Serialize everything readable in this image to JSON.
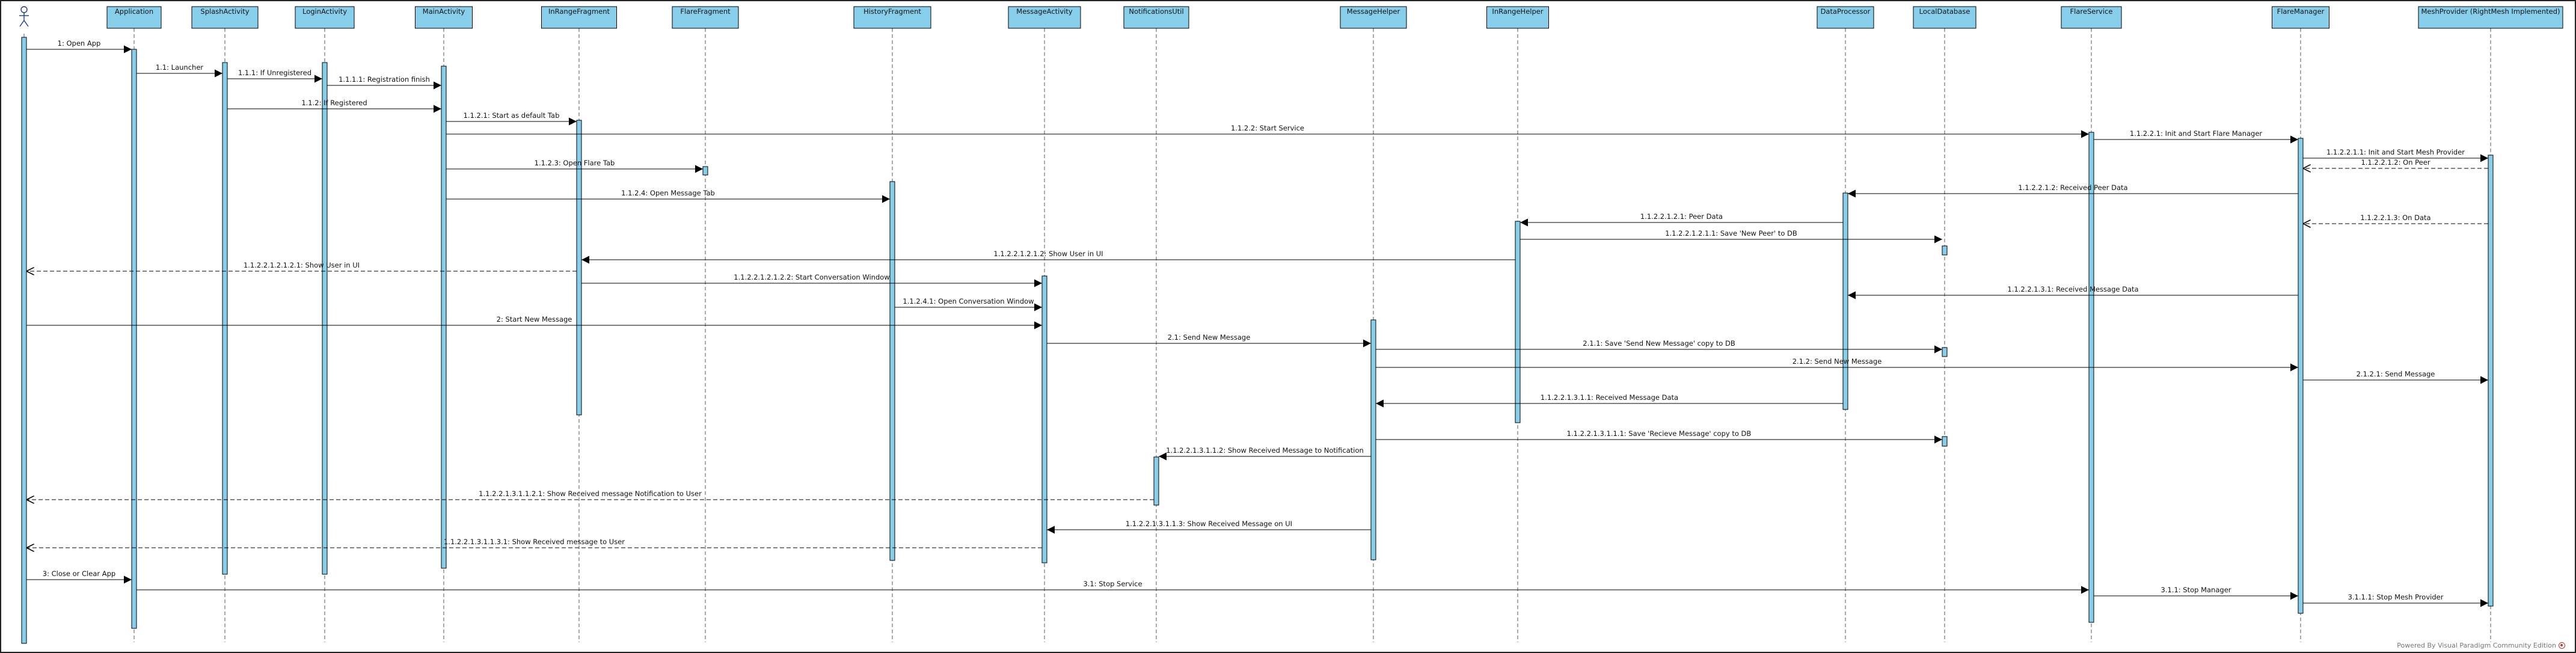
{
  "diagram": {
    "kind": "UML sequence diagram",
    "actor": {
      "label": ""
    },
    "lifelines": [
      {
        "id": "app",
        "label": "Application"
      },
      {
        "id": "splash",
        "label": "SplashActivity"
      },
      {
        "id": "login",
        "label": "LoginActivity"
      },
      {
        "id": "main",
        "label": "MainActivity"
      },
      {
        "id": "inrange",
        "label": "InRangeFragment"
      },
      {
        "id": "flarefrag",
        "label": "FlareFragment"
      },
      {
        "id": "history",
        "label": "HistoryFragment"
      },
      {
        "id": "msgact",
        "label": "MessageActivity"
      },
      {
        "id": "notif",
        "label": "NotificationsUtil"
      },
      {
        "id": "msghelper",
        "label": "MessageHelper"
      },
      {
        "id": "inrangehelper",
        "label": "InRangeHelper"
      },
      {
        "id": "dataproc",
        "label": "DataProcessor"
      },
      {
        "id": "localdb",
        "label": "LocalDatabase"
      },
      {
        "id": "flareservice",
        "label": "FlareService"
      },
      {
        "id": "flaremanager",
        "label": "FlareManager"
      },
      {
        "id": "meshprovider",
        "label": "MeshProvider (RightMesh Implemented)"
      }
    ],
    "messages": [
      {
        "from": "actor",
        "to": "app",
        "label": "1: Open App",
        "style": "sync"
      },
      {
        "from": "app",
        "to": "splash",
        "label": "1.1: Launcher",
        "style": "sync"
      },
      {
        "from": "splash",
        "to": "login",
        "label": "1.1.1: If Unregistered",
        "style": "sync"
      },
      {
        "from": "login",
        "to": "main",
        "label": "1.1.1.1: Registration finish",
        "style": "sync"
      },
      {
        "from": "splash",
        "to": "main",
        "label": "1.1.2: If Registered",
        "style": "sync"
      },
      {
        "from": "main",
        "to": "inrange",
        "label": "1.1.2.1: Start as default Tab",
        "style": "sync"
      },
      {
        "from": "main",
        "to": "flareservice",
        "label": "1.1.2.2: Start Service",
        "style": "sync"
      },
      {
        "from": "flareservice",
        "to": "flaremanager",
        "label": "1.1.2.2.1: Init and Start Flare Manager",
        "style": "sync"
      },
      {
        "from": "flaremanager",
        "to": "meshprovider",
        "label": "1.1.2.2.1.1: Init and Start Mesh Provider",
        "style": "sync"
      },
      {
        "from": "meshprovider",
        "to": "flaremanager",
        "label": "1.1.2.2.1.2: On Peer",
        "style": "return"
      },
      {
        "from": "main",
        "to": "flarefrag",
        "label": "1.1.2.3: Open Flare Tab",
        "style": "sync"
      },
      {
        "from": "flaremanager",
        "to": "dataproc",
        "label": "1.1.2.2.1.2: Received Peer Data",
        "style": "sync"
      },
      {
        "from": "main",
        "to": "history",
        "label": "1.1.2.4: Open Message Tab",
        "style": "sync"
      },
      {
        "from": "dataproc",
        "to": "inrangehelper",
        "label": "1.1.2.2.1.2.1: Peer Data",
        "style": "sync"
      },
      {
        "from": "meshprovider",
        "to": "flaremanager",
        "label": "1.1.2.2.1.3: On Data",
        "style": "return"
      },
      {
        "from": "inrangehelper",
        "to": "localdb",
        "label": "1.1.2.2.1.2.1.1: Save 'New Peer' to DB",
        "style": "sync"
      },
      {
        "from": "inrangehelper",
        "to": "inrange",
        "label": "1.1.2.2.1.2.1.2: Show User in UI",
        "style": "sync"
      },
      {
        "from": "inrange",
        "to": "actor",
        "label": "1.1.2.2.1.2.1.2.1: Show User in UI",
        "style": "return"
      },
      {
        "from": "inrange",
        "to": "msgact",
        "label": "1.1.2.2.1.2.1.2.2: Start Conversation Window",
        "style": "sync"
      },
      {
        "from": "flaremanager",
        "to": "dataproc",
        "label": "1.1.2.2.1.3.1: Received Message Data",
        "style": "sync"
      },
      {
        "from": "history",
        "to": "msgact",
        "label": "1.1.2.4.1: Open Conversation Window",
        "style": "sync"
      },
      {
        "from": "actor",
        "to": "msgact",
        "label": "2: Start New Message",
        "style": "sync"
      },
      {
        "from": "msgact",
        "to": "msghelper",
        "label": "2.1: Send New Message",
        "style": "sync"
      },
      {
        "from": "msghelper",
        "to": "localdb",
        "label": "2.1.1: Save 'Send New Message' copy to DB",
        "style": "sync"
      },
      {
        "from": "msghelper",
        "to": "flaremanager",
        "label": "2.1.2: Send New Message",
        "style": "sync"
      },
      {
        "from": "flaremanager",
        "to": "meshprovider",
        "label": "2.1.2.1: Send Message",
        "style": "sync"
      },
      {
        "from": "dataproc",
        "to": "msghelper",
        "label": "1.1.2.2.1.3.1.1: Received Message Data",
        "style": "sync"
      },
      {
        "from": "msghelper",
        "to": "localdb",
        "label": "1.1.2.2.1.3.1.1.1: Save 'Recieve Message' copy to DB",
        "style": "sync"
      },
      {
        "from": "msghelper",
        "to": "notif",
        "label": "1.1.2.2.1.3.1.1.2: Show Received Message to Notification",
        "style": "sync"
      },
      {
        "from": "notif",
        "to": "actor",
        "label": "1.1.2.2.1.3.1.1.2.1: Show Received message Notification to User",
        "style": "return"
      },
      {
        "from": "msghelper",
        "to": "msgact",
        "label": "1.1.2.2.1.3.1.1.3: Show Received Message on UI",
        "style": "sync"
      },
      {
        "from": "msgact",
        "to": "actor",
        "label": "1.1.2.2.1.3.1.1.3.1: Show Received message to User",
        "style": "return"
      },
      {
        "from": "actor",
        "to": "app",
        "label": "3: Close or Clear App",
        "style": "sync"
      },
      {
        "from": "app",
        "to": "flareservice",
        "label": "3.1: Stop Service",
        "style": "sync"
      },
      {
        "from": "flareservice",
        "to": "flaremanager",
        "label": "3.1.1: Stop Manager",
        "style": "sync"
      },
      {
        "from": "flaremanager",
        "to": "meshprovider",
        "label": "3.1.1.1: Stop Mesh Provider",
        "style": "sync"
      }
    ]
  },
  "footer": {
    "text": "Powered By Visual Paradigm Community Edition",
    "icon": "vp-logo-icon"
  },
  "colors": {
    "box_fill": "#87CEEB",
    "activation_fill": "#87CEEB",
    "line": "#000000",
    "lifeline": "#555555",
    "actor": "#1a3a8a"
  }
}
